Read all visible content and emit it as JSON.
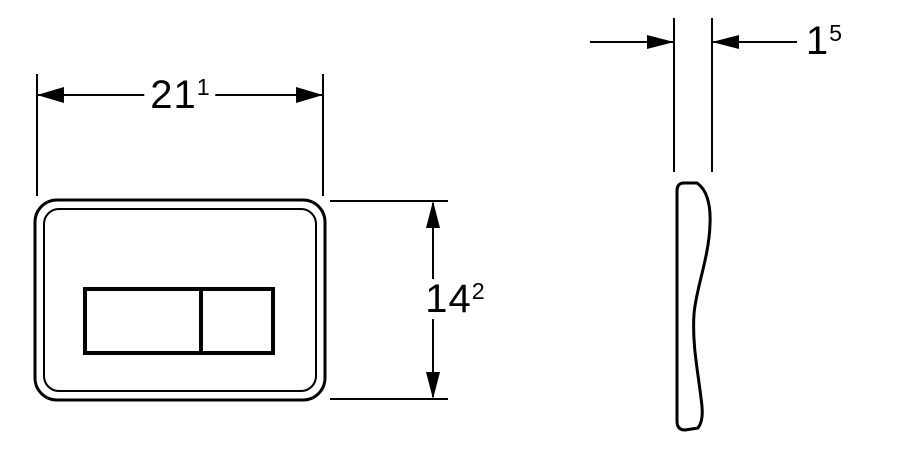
{
  "diagram": {
    "front_view": {
      "width_dimension": {
        "value": "21",
        "sup": "1"
      },
      "height_dimension": {
        "value": "14",
        "sup": "2"
      }
    },
    "side_view": {
      "thickness_dimension": {
        "value": "1",
        "sup": "5"
      }
    },
    "colors": {
      "line": "#000000",
      "background": "#ffffff"
    }
  }
}
